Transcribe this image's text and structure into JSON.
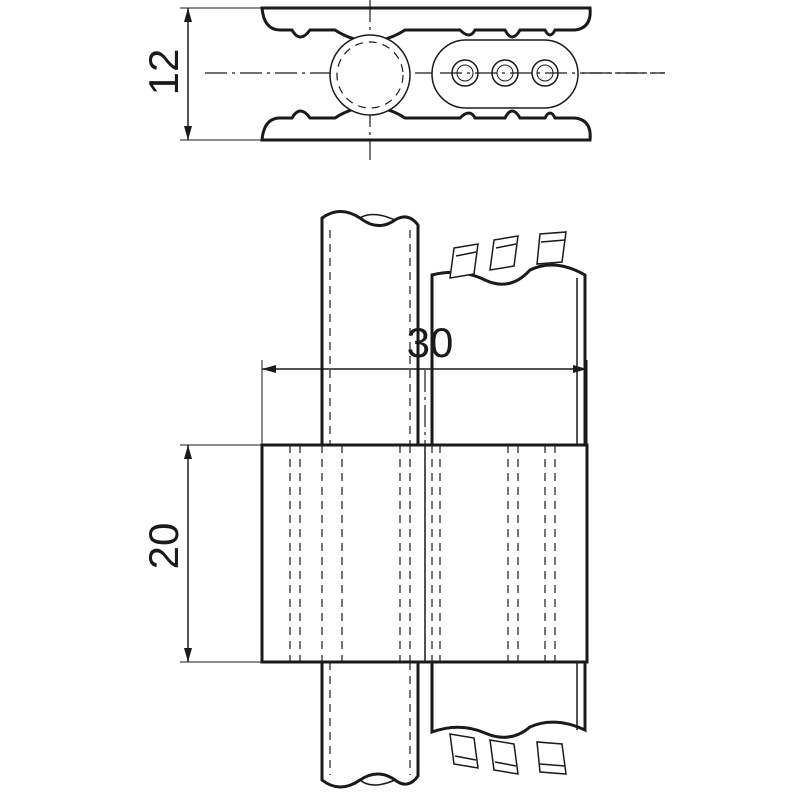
{
  "dimensions": {
    "top_height": "12",
    "body_width": "30",
    "body_height": "20"
  },
  "colors": {
    "line": "#1a1a1a",
    "background": "#ffffff"
  }
}
